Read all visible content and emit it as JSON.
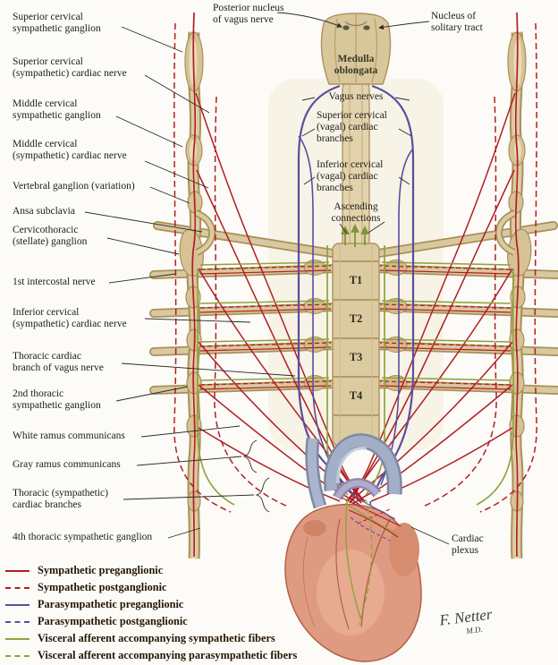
{
  "plate": {
    "background_color": "#fcfbf7",
    "colors": {
      "bone": "#dccaa0",
      "bone_edge": "#a8905c",
      "sympathetic_red": "#b01f24",
      "parasympathetic_purple": "#5a4e9e",
      "visceral_afferent_green": "#8fa33c",
      "heart": "#df9b81",
      "great_vessels_blue": "#a3aec7",
      "leader_line": "#2b2b2b"
    }
  },
  "labels": {
    "posterior_nucleus_of_vagus_nerve": "Posterior nucleus\nof vagus nerve",
    "nucleus_of_solitary_tract": "Nucleus of\nsolitary tract",
    "medulla_oblongata": "Medulla\noblongata",
    "vagus_nerves": "Vagus nerves",
    "superior_cervical_vagal_cardiac_branches": "Superior cervical\n(vagal) cardiac\nbranches",
    "inferior_cervical_vagal_cardiac_branches": "Inferior cervical\n(vagal) cardiac\nbranches",
    "ascending_connections": "Ascending\nconnections",
    "superior_cervical_sympathetic_ganglion": "Superior cervical\nsympathetic ganglion",
    "superior_cervical_sympathetic_cardiac_nerve": "Superior cervical\n(sympathetic) cardiac nerve",
    "middle_cervical_sympathetic_ganglion": "Middle cervical\nsympathetic ganglion",
    "middle_cervical_sympathetic_cardiac_nerve": "Middle cervical\n(sympathetic) cardiac nerve",
    "vertebral_ganglion_variation": "Vertebral ganglion (variation)",
    "ansa_subclavia": "Ansa subclavia",
    "cervicothoracic_stellate_ganglion": "Cervicothoracic\n(stellate) ganglion",
    "first_intercostal_nerve": "1st intercostal nerve",
    "inferior_cervical_sympathetic_cardiac_nerve": "Inferior cervical\n(sympathetic) cardiac nerve",
    "thoracic_cardiac_branch_of_vagus_nerve": "Thoracic cardiac\nbranch of vagus nerve",
    "second_thoracic_sympathetic_ganglion": "2nd thoracic\nsympathetic ganglion",
    "white_ramus_communicans": "White ramus communicans",
    "gray_ramus_communicans": "Gray ramus communicans",
    "thoracic_sympathetic_cardiac_branches": "Thoracic (sympathetic)\ncardiac branches",
    "fourth_thoracic_sympathetic_ganglion": "4th thoracic sympathetic ganglion",
    "cardiac_plexus": "Cardiac\nplexus",
    "vertebrae": {
      "t1": "T1",
      "t2": "T2",
      "t3": "T3",
      "t4": "T4"
    },
    "signature_name": "F. Netter",
    "signature_credential": "M.D."
  },
  "legend": {
    "items": [
      {
        "label": "Sympathetic preganglionic",
        "color": "#b01f24",
        "line_style": "solid"
      },
      {
        "label": "Sympathetic postganglionic",
        "color": "#b01f24",
        "line_style": "dashed"
      },
      {
        "label": "Parasympathetic preganglionic",
        "color": "#5a4e9e",
        "line_style": "solid"
      },
      {
        "label": "Parasympathetic postganglionic",
        "color": "#5a4e9e",
        "line_style": "dashed"
      },
      {
        "label": "Visceral afferent accompanying sympathetic fibers",
        "color": "#8fa33c",
        "line_style": "solid"
      },
      {
        "label": "Visceral afferent accompanying parasympathetic fibers",
        "color": "#8fa33c",
        "line_style": "dashed"
      }
    ]
  }
}
